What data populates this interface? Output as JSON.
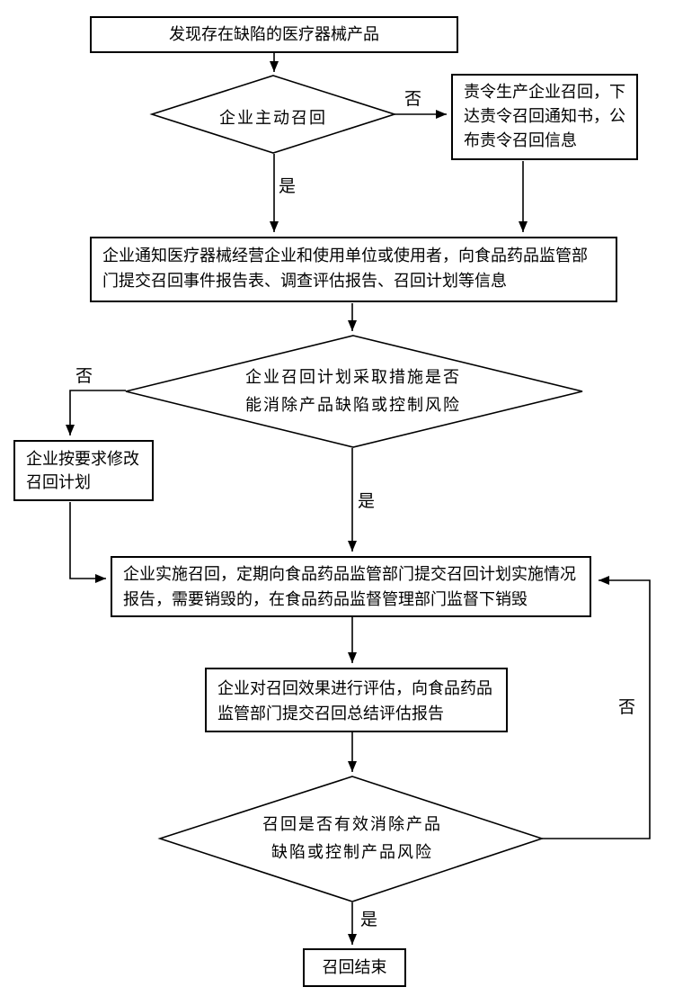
{
  "flowchart": {
    "nodes": {
      "start": {
        "text": "发现存在缺陷的医疗器械产品"
      },
      "decision_voluntary": {
        "text": "企业主动召回"
      },
      "ordered_recall": {
        "lines": [
          "责令生产企业召回，下",
          "达责令召回通知书，公",
          "布责令召回信息"
        ]
      },
      "notify": {
        "lines": [
          "企业通知医疗器械经营企业和使用单位或使用者，向食品药品监管部",
          "门提交召回事件报告表、调查评估报告、召回计划等信息"
        ]
      },
      "decision_plan": {
        "lines": [
          "企业召回计划采取措施是否",
          "能消除产品缺陷或控制风险"
        ]
      },
      "modify_plan": {
        "lines": [
          "企业按要求修改",
          "召回计划"
        ]
      },
      "implement": {
        "lines": [
          "企业实施召回，定期向食品药品监管部门提交召回计划实施情况",
          "报告，需要销毁的，在食品药品监督管理部门监督下销毁"
        ]
      },
      "evaluate": {
        "lines": [
          "企业对召回效果进行评估，向食品药品",
          "监管部门提交召回总结评估报告"
        ]
      },
      "decision_effective": {
        "lines": [
          "召回是否有效消除产品",
          "缺陷或控制产品风险"
        ]
      },
      "end": {
        "text": "召回结束"
      }
    },
    "edge_labels": {
      "d1_no": "否",
      "d1_yes": "是",
      "d2_no": "否",
      "d2_yes": "是",
      "d3_no": "否",
      "d3_yes": "是"
    },
    "colors": {
      "line": "#000000",
      "text": "#000000",
      "background": "#ffffff"
    }
  }
}
